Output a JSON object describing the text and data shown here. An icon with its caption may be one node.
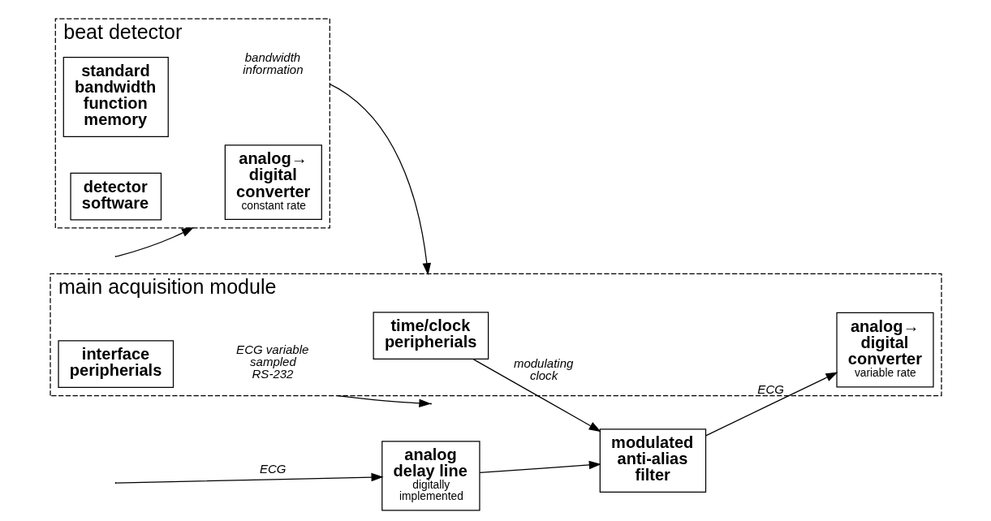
{
  "diagram": {
    "nodes": [
      {
        "text": [
          "beat detector"
        ]
      },
      {
        "text": [
          "analog→ digital converter",
          "constant rate"
        ],
        "in": 0
      },
      {
        "text": [
          "standard bandwidth function memory"
        ],
        "in": 0
      },
      {
        "text": [
          "detector software"
        ],
        "in": 0
      },
      {
        "text": [
          "main acquisition module"
        ]
      },
      {
        "text": [
          "time/clock peripherials"
        ],
        "in": 4
      },
      {
        "text": [
          "analog→ digital converter",
          "variable rate"
        ],
        "in": 4
      },
      {
        "text": [
          "interface peripherials"
        ],
        "in": 4
      },
      {
        "text": [
          "analog delay line",
          "digitally implemented"
        ]
      },
      {
        "text": [
          "modulated anti-alias filter"
        ]
      }
    ],
    "edges": [
      {
        "from": null,
        "to": 8,
        "arrow": "to",
        "label": "ECG"
      },
      {
        "from": null,
        "to": 0,
        "arrow": "to"
      },
      {
        "from": 0,
        "to": 4,
        "arrow": "to",
        "label": "bandwidth information"
      },
      {
        "from": 5,
        "to": 9,
        "arrow": "to",
        "label": "modulating clock"
      },
      {
        "from": 8,
        "to": 9,
        "arrow": "to"
      },
      {
        "from": 9,
        "to": 6,
        "arrow": "to",
        "label": "ECG"
      },
      {
        "from": 4,
        "to": null,
        "arrow": "to",
        "label": "ECG variable sampled RS-232"
      }
    ]
  }
}
